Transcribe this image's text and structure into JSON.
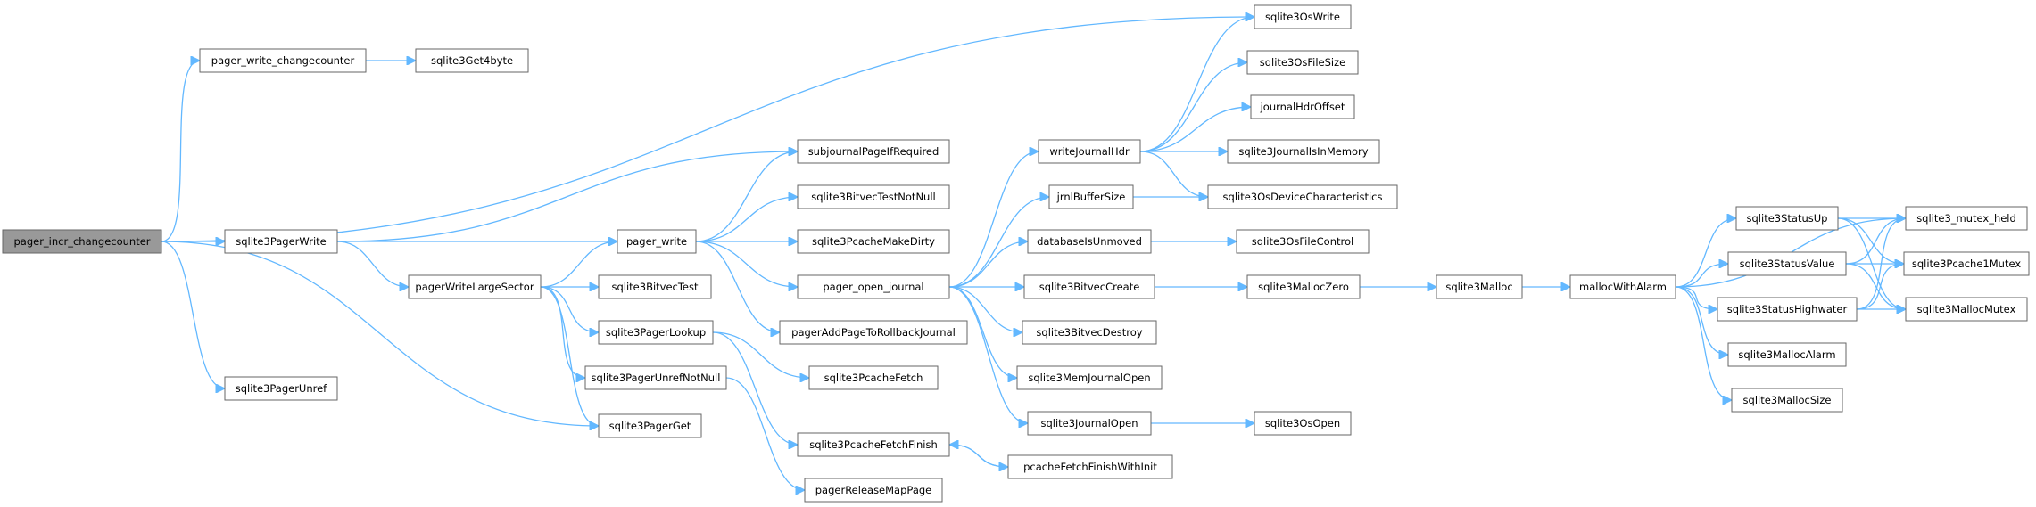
{
  "graph": {
    "root": "pager_incr_changecounter",
    "colors": {
      "edge": "#63b8ff",
      "node_border": "#666666",
      "root_fill": "#999999",
      "node_fill": "#ffffff"
    },
    "nodes": [
      "pager_incr_changecounter",
      "pager_write_changecounter",
      "sqlite3Get4byte",
      "sqlite3OsWrite",
      "sqlite3PagerWrite",
      "sqlite3PagerUnref",
      "sqlite3PagerGet",
      "pager_write",
      "pagerWriteLargeSector",
      "subjournalPageIfRequired",
      "sqlite3BitvecTestNotNull",
      "sqlite3PcacheMakeDirty",
      "pager_open_journal",
      "pagerAddPageToRollbackJournal",
      "sqlite3BitvecTest",
      "sqlite3PagerLookup",
      "sqlite3PagerUnrefNotNull",
      "sqlite3PcacheFetch",
      "sqlite3PcacheFetchFinish",
      "pcacheFetchFinishWithInit",
      "pagerReleaseMapPage",
      "writeJournalHdr",
      "jrnlBufferSize",
      "databaseIsUnmoved",
      "sqlite3BitvecCreate",
      "sqlite3BitvecDestroy",
      "sqlite3MemJournalOpen",
      "sqlite3JournalOpen",
      "sqlite3OsFileSize",
      "journalHdrOffset",
      "sqlite3JournalIsInMemory",
      "sqlite3OsDeviceCharacteristics",
      "sqlite3OsFileControl",
      "sqlite3MallocZero",
      "sqlite3OsOpen",
      "sqlite3Malloc",
      "mallocWithAlarm",
      "sqlite3StatusUp",
      "sqlite3StatusValue",
      "sqlite3StatusHighwater",
      "sqlite3MallocAlarm",
      "sqlite3MallocSize",
      "sqlite3_mutex_held",
      "sqlite3Pcache1Mutex",
      "sqlite3MallocMutex"
    ],
    "edges": [
      [
        "pager_incr_changecounter",
        "pager_write_changecounter"
      ],
      [
        "pager_incr_changecounter",
        "sqlite3OsWrite"
      ],
      [
        "pager_incr_changecounter",
        "sqlite3PagerWrite"
      ],
      [
        "pager_incr_changecounter",
        "sqlite3PagerUnref"
      ],
      [
        "pager_incr_changecounter",
        "sqlite3PagerGet"
      ],
      [
        "pager_write_changecounter",
        "sqlite3Get4byte"
      ],
      [
        "sqlite3PagerWrite",
        "subjournalPageIfRequired"
      ],
      [
        "sqlite3PagerWrite",
        "pager_write"
      ],
      [
        "sqlite3PagerWrite",
        "pagerWriteLargeSector"
      ],
      [
        "pagerWriteLargeSector",
        "pager_write"
      ],
      [
        "pagerWriteLargeSector",
        "sqlite3BitvecTest"
      ],
      [
        "pagerWriteLargeSector",
        "sqlite3PagerLookup"
      ],
      [
        "pagerWriteLargeSector",
        "sqlite3PagerUnrefNotNull"
      ],
      [
        "pagerWriteLargeSector",
        "sqlite3PagerGet"
      ],
      [
        "pager_write",
        "subjournalPageIfRequired"
      ],
      [
        "pager_write",
        "sqlite3BitvecTestNotNull"
      ],
      [
        "pager_write",
        "sqlite3PcacheMakeDirty"
      ],
      [
        "pager_write",
        "pager_open_journal"
      ],
      [
        "pager_write",
        "pagerAddPageToRollbackJournal"
      ],
      [
        "sqlite3PagerLookup",
        "sqlite3PcacheFetch"
      ],
      [
        "sqlite3PagerLookup",
        "sqlite3PcacheFetchFinish"
      ],
      [
        "sqlite3PagerUnrefNotNull",
        "pagerReleaseMapPage"
      ],
      [
        "sqlite3PcacheFetchFinish",
        "pcacheFetchFinishWithInit"
      ],
      [
        "pcacheFetchFinishWithInit",
        "sqlite3PcacheFetchFinish"
      ],
      [
        "pager_open_journal",
        "writeJournalHdr"
      ],
      [
        "pager_open_journal",
        "jrnlBufferSize"
      ],
      [
        "pager_open_journal",
        "databaseIsUnmoved"
      ],
      [
        "pager_open_journal",
        "sqlite3BitvecCreate"
      ],
      [
        "pager_open_journal",
        "sqlite3BitvecDestroy"
      ],
      [
        "pager_open_journal",
        "sqlite3MemJournalOpen"
      ],
      [
        "pager_open_journal",
        "sqlite3JournalOpen"
      ],
      [
        "writeJournalHdr",
        "sqlite3OsWrite"
      ],
      [
        "writeJournalHdr",
        "sqlite3OsFileSize"
      ],
      [
        "writeJournalHdr",
        "journalHdrOffset"
      ],
      [
        "writeJournalHdr",
        "sqlite3JournalIsInMemory"
      ],
      [
        "writeJournalHdr",
        "sqlite3OsDeviceCharacteristics"
      ],
      [
        "jrnlBufferSize",
        "sqlite3OsDeviceCharacteristics"
      ],
      [
        "databaseIsUnmoved",
        "sqlite3OsFileControl"
      ],
      [
        "sqlite3BitvecCreate",
        "sqlite3MallocZero"
      ],
      [
        "sqlite3JournalOpen",
        "sqlite3OsOpen"
      ],
      [
        "sqlite3MallocZero",
        "sqlite3Malloc"
      ],
      [
        "sqlite3Malloc",
        "mallocWithAlarm"
      ],
      [
        "mallocWithAlarm",
        "sqlite3StatusUp"
      ],
      [
        "mallocWithAlarm",
        "sqlite3StatusValue"
      ],
      [
        "mallocWithAlarm",
        "sqlite3StatusHighwater"
      ],
      [
        "mallocWithAlarm",
        "sqlite3MallocAlarm"
      ],
      [
        "mallocWithAlarm",
        "sqlite3MallocSize"
      ],
      [
        "mallocWithAlarm",
        "sqlite3_mutex_held"
      ],
      [
        "sqlite3StatusUp",
        "sqlite3_mutex_held"
      ],
      [
        "sqlite3StatusUp",
        "sqlite3Pcache1Mutex"
      ],
      [
        "sqlite3StatusUp",
        "sqlite3MallocMutex"
      ],
      [
        "sqlite3StatusValue",
        "sqlite3_mutex_held"
      ],
      [
        "sqlite3StatusValue",
        "sqlite3Pcache1Mutex"
      ],
      [
        "sqlite3StatusValue",
        "sqlite3MallocMutex"
      ],
      [
        "sqlite3StatusHighwater",
        "sqlite3_mutex_held"
      ],
      [
        "sqlite3StatusHighwater",
        "sqlite3Pcache1Mutex"
      ],
      [
        "sqlite3StatusHighwater",
        "sqlite3MallocMutex"
      ]
    ]
  }
}
